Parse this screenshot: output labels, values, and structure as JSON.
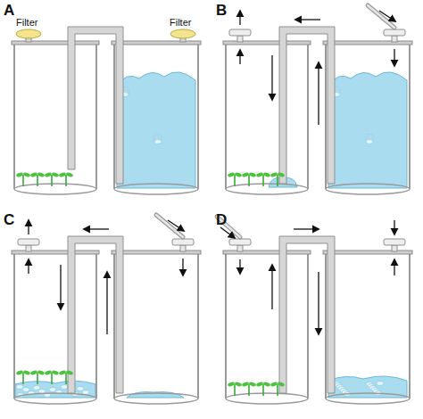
{
  "diagram": {
    "labels": [
      "A",
      "Filter",
      "Filter",
      "B",
      "C",
      "D"
    ]
  }
}
